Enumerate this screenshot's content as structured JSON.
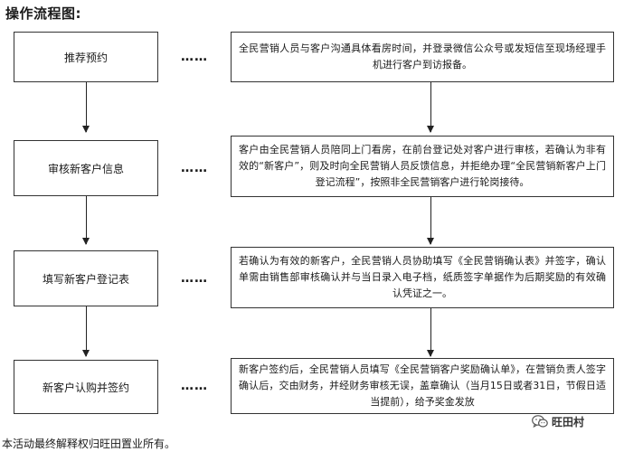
{
  "title": "操作流程图:",
  "steps": [
    {
      "label": "推荐预约",
      "connector": "……",
      "description": "全民营销人员与客户沟通具体看房时间，并登录微信公众号或发短信至现场经理手机进行客户到访报备。"
    },
    {
      "label": "审核新客户信息",
      "connector": "……",
      "description": "客户由全民营销人员陪同上门看房，在前台登记处对客户进行审核，若确认为非有效的“新客户”，则及时向全民营销人员反馈信息，并拒绝办理“全民营销新客户上门登记流程”，按照非全民营销客户进行轮岗接待。"
    },
    {
      "label": "填写新客户登记表",
      "connector": "……",
      "description": "若确认为有效的新客户，全民营销人员协助填写《全民营销确认表》并签字，确认单需由销售部审核确认并与当日录入电子档，纸质签字单据作为后期奖励的有效确认凭证之一。"
    },
    {
      "label": "新客户认购并签约",
      "connector": "……",
      "description": "新客户签约后，全民营销人员填写《全民营销客户奖励确认单》，在营销负责人签字确认后，交由财务，并经财务审核无误，盖章确认（当月15日或者31日，节假日适当提前），给予奖金发放"
    }
  ],
  "footer": "本活动最终解释权归旺田置业所有。",
  "watermark": {
    "text": "旺田村",
    "icon": "wechat-icon"
  }
}
